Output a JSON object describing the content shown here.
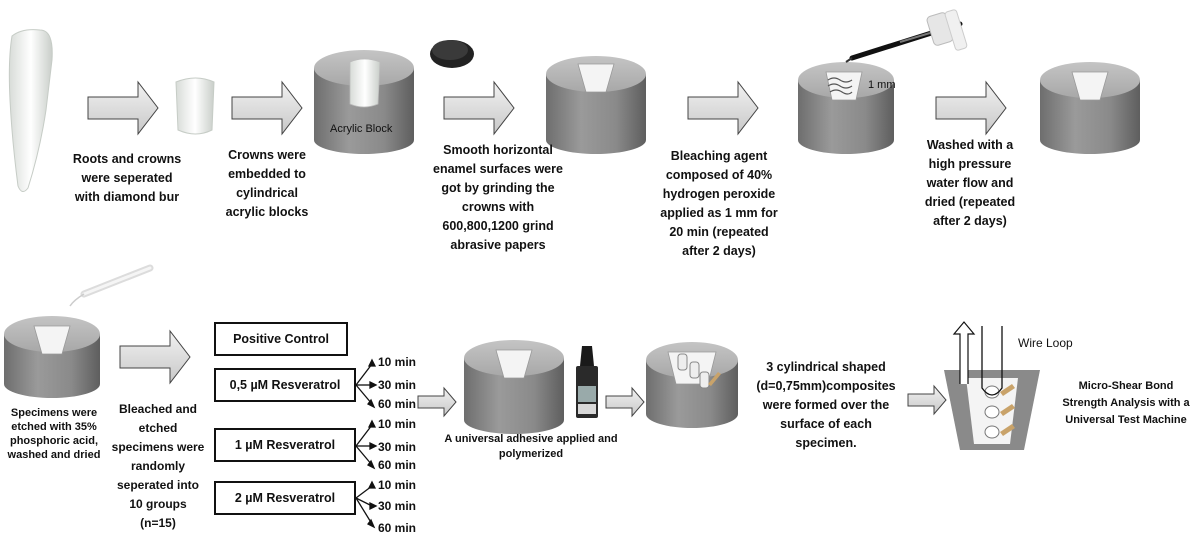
{
  "steps_top": {
    "step1": "Roots and crowns\nwere seperated\nwith diamond bur",
    "step2": "Crowns were\nembedded to\ncylindrical\nacrylic blocks",
    "step2_block_label": "Acrylic Block",
    "step3": "Smooth horizontal\nenamel surfaces were\ngot by grinding the\ncrowns with\n600,800,1200 grind\nabrasive papers",
    "step4": "Bleaching agent\ncomposed of 40%\nhydrogen peroxide\napplied as 1 mm for\n20 min (repeated\nafter 2 days)",
    "step4_thickness_label": "1 mm",
    "step5": "Washed with a\nhigh pressure\nwater flow and\ndried (repeated\nafter 2 days)"
  },
  "steps_bottom": {
    "etch": "Specimens were\netched with 35%\nphosphoric acid,\nwashed and dried",
    "groups": "Bleached and\netched\nspecimens were\nrandomly\nseperated into\n10 groups (n=15)",
    "adhesive": "A universal adhesive applied and\npolymerized",
    "composite": "3 cylindrical shaped\n(d=0,75mm)composites\nwere formed over the\nsurface of each specimen.",
    "wire_loop": "Wire Loop",
    "shear": "Micro-Shear Bond\nStrength Analysis with a\nUniversal Test Machine"
  },
  "groups": {
    "control": "Positive Control",
    "g1": "0,5 µM Resveratrol",
    "g2": "1 µM Resveratrol",
    "g3": "2 µM Resveratrol",
    "times": [
      "10 min",
      "30 min",
      "60 min"
    ]
  },
  "colors": {
    "block": "#8c8c8c",
    "block_top": "#b3b3b3",
    "arrow": "#d9d9d9",
    "text": "#111111"
  }
}
